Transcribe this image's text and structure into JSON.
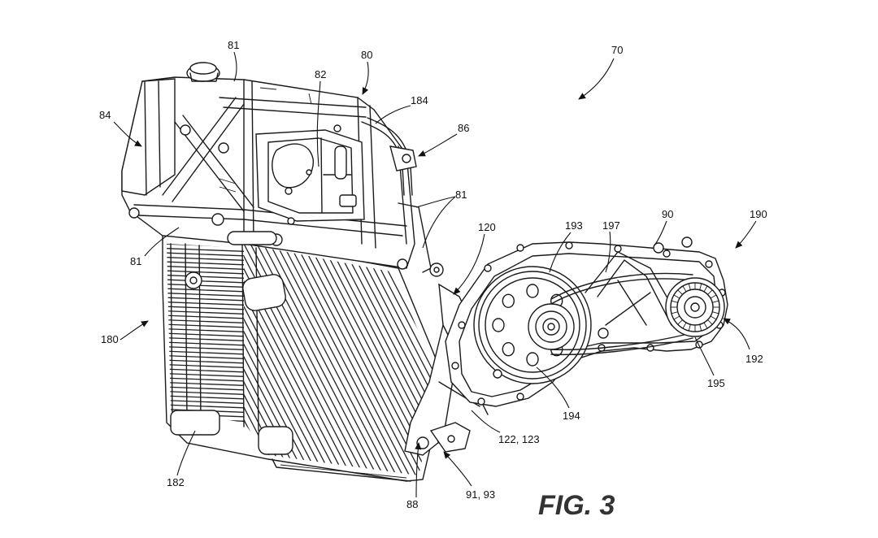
{
  "figure": {
    "title": "FIG. 3"
  },
  "reference_numerals": {
    "assembly_overall": "70",
    "frame_top": "80",
    "frame_member_upper": "81",
    "frame_member_right": "81",
    "frame_member_left": "81",
    "panel": "82",
    "bracket_left": "84",
    "bracket_right": "86",
    "mount_lower": "88",
    "transmission": "90",
    "fasteners": "91, 93",
    "support_plate": "120",
    "clutch_mount": "122, 123",
    "radiator": "180",
    "radiator_base": "182",
    "hose": "184",
    "cvt_assembly": "190",
    "cvt_cover": "192",
    "drive_pulley": "193",
    "driven_pulley": "194",
    "belt": "195",
    "housing_rib": "197"
  }
}
